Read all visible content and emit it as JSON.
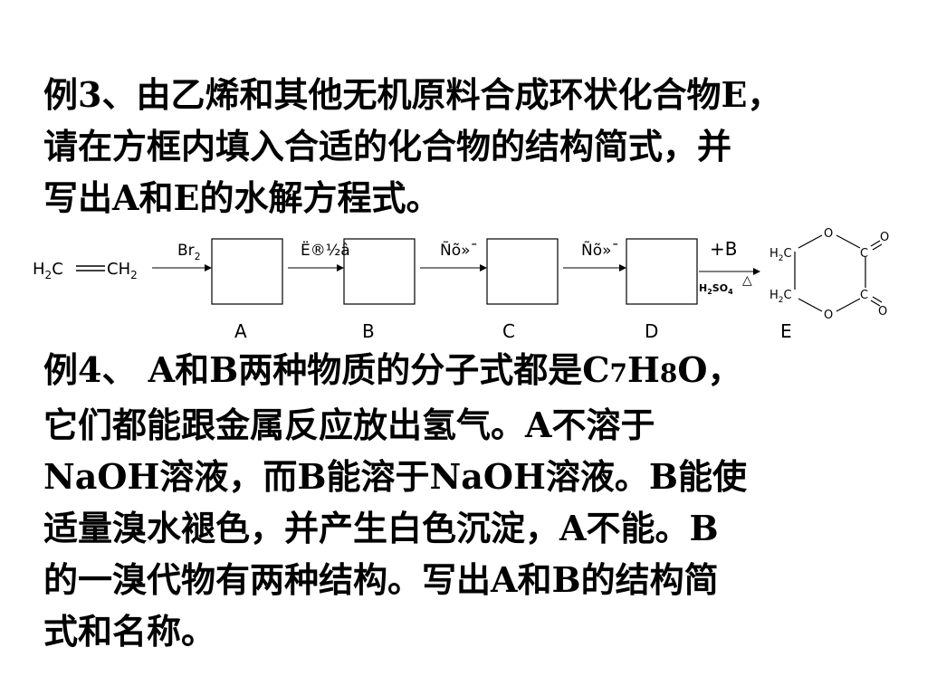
{
  "example3": {
    "lines": [
      "例3、由乙烯和其他无机原料合成环状化合物E，",
      "请在方框内填入合适的化合物的结构简式，并",
      "写出A和E的水解方程式。"
    ]
  },
  "scheme": {
    "reactant": {
      "left": "H",
      "left_sub": "2",
      "left_atom": "C",
      "right": "CH",
      "right_sub": "2"
    },
    "arrow1": {
      "reagent": "Br",
      "reagent_sub": "2"
    },
    "arrow2": {
      "reagent": "Ë®½â"
    },
    "arrow3": {
      "reagent": "Ñõ»¯"
    },
    "arrow4": {
      "reagent": "Ñõ»¯"
    },
    "arrow5": {
      "reagent": "+B",
      "condition": "H",
      "condition_sub": "2",
      "condition_mid": "SO",
      "condition_sub2": "4",
      "heat": "△"
    },
    "boxes": [
      {
        "label": "A"
      },
      {
        "label": "B"
      },
      {
        "label": "C"
      },
      {
        "label": "D"
      }
    ],
    "product": {
      "label": "E",
      "ch2_top": "H",
      "ch2_top_sub": "2",
      "ch2_top_c": "C",
      "ch2_bot": "H",
      "ch2_bot_sub": "2",
      "ch2_bot_c": "C",
      "o_top": "O",
      "o_bot": "O",
      "c_top": "C",
      "c_bot": "C",
      "o_dbl_top": "O",
      "o_dbl_bot": "O"
    }
  },
  "example4": {
    "line1_a": "例4、 A和B两种物质的分子式都是C",
    "line1_sub7": "7",
    "line1_b": "H",
    "line1_sub8": "8",
    "line1_c": "O，",
    "lines": [
      "它们都能跟金属反应放出氢气。A不溶于",
      "NaOH溶液，而B能溶于NaOH溶液。B能使",
      "适量溴水褪色，并产生白色沉淀，A不能。B",
      "的一溴代物有两种结构。写出A和B的结构简",
      "式和名称。"
    ]
  }
}
